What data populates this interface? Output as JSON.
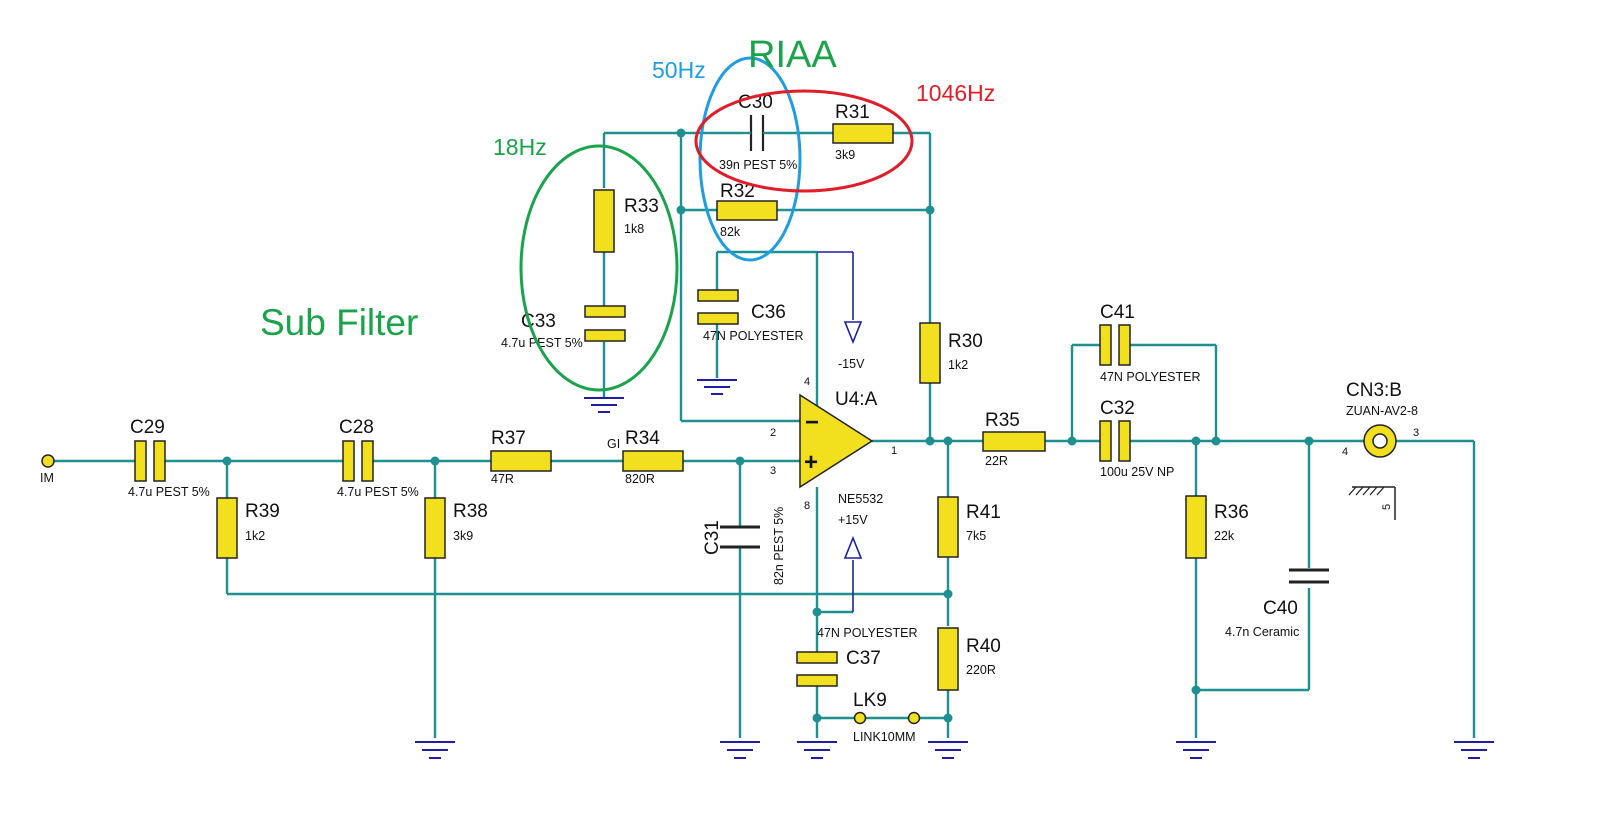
{
  "annotations": {
    "riaa": "RIAA",
    "sub_filter": "Sub Filter",
    "f18": "18Hz",
    "f50": "50Hz",
    "f1046": "1046Hz"
  },
  "colors": {
    "wire": "#1f8f8f",
    "component": "#f2e01e",
    "green": "#1aa34a",
    "blue": "#1e9ee0",
    "red": "#e01e2a",
    "ground": "#1f1fa0"
  },
  "components": {
    "C29": {
      "ref": "C29",
      "value": "4.7u PEST 5%"
    },
    "C28": {
      "ref": "C28",
      "value": "4.7u PEST 5%"
    },
    "R39": {
      "ref": "R39",
      "value": "1k2"
    },
    "R38": {
      "ref": "R38",
      "value": "3k9"
    },
    "R37": {
      "ref": "R37",
      "value": "47R"
    },
    "R34": {
      "ref": "R34",
      "value": "820R"
    },
    "C31": {
      "ref": "C31",
      "value": "82n PEST 5%"
    },
    "R33": {
      "ref": "R33",
      "value": "1k8"
    },
    "C33": {
      "ref": "C33",
      "value": "4.7u PEST 5%"
    },
    "C30": {
      "ref": "C30",
      "value": "39n PEST 5%"
    },
    "R31": {
      "ref": "R31",
      "value": "3k9"
    },
    "R32": {
      "ref": "R32",
      "value": "82k"
    },
    "C36": {
      "ref": "C36",
      "value": "47N POLYESTER"
    },
    "U4": {
      "ref": "U4:A",
      "value": "NE5532"
    },
    "R30": {
      "ref": "R30",
      "value": "1k2"
    },
    "R41": {
      "ref": "R41",
      "value": "7k5"
    },
    "R40": {
      "ref": "R40",
      "value": "220R"
    },
    "C37": {
      "ref": "C37",
      "value": "47N POLYESTER"
    },
    "LK9": {
      "ref": "LK9",
      "value": "LINK10MM"
    },
    "R35": {
      "ref": "R35",
      "value": "22R"
    },
    "C41": {
      "ref": "C41",
      "value": "47N POLYESTER"
    },
    "C32": {
      "ref": "C32",
      "value": "100u 25V NP"
    },
    "R36": {
      "ref": "R36",
      "value": "22k"
    },
    "C40": {
      "ref": "C40",
      "value": "4.7n Ceramic"
    },
    "CN3": {
      "ref": "CN3:B",
      "value": "ZUAN-AV2-8"
    }
  },
  "nets": {
    "input": "IM",
    "gi": "GI",
    "neg_supply": "-15V",
    "pos_supply": "+15V"
  },
  "pins": {
    "p2": "2",
    "p3": "3",
    "p4": "4",
    "p8": "8",
    "p1": "1",
    "cn_4": "4",
    "cn_3": "3",
    "cn_5": "5",
    "minus": "−",
    "plus": "+"
  }
}
